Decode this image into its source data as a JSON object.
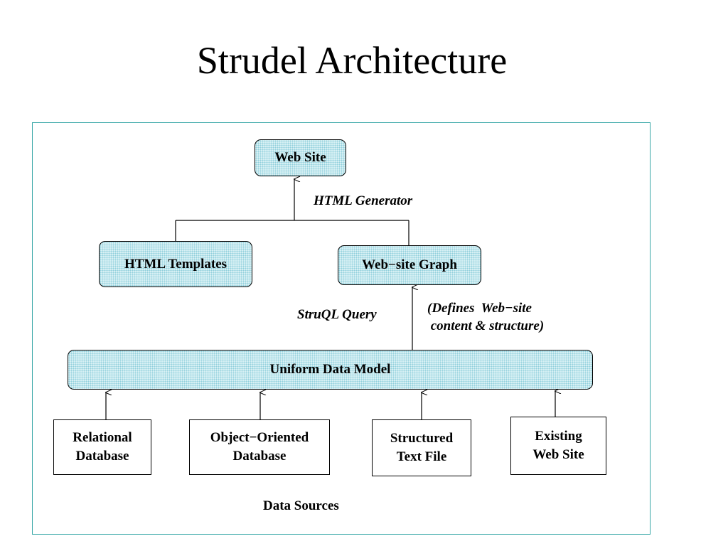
{
  "title": "Strudel Architecture",
  "diagram": {
    "nodes": {
      "web_site": "Web Site",
      "html_templates": "HTML Templates",
      "web_site_graph": "Web−site Graph",
      "uniform_data_model": "Uniform Data Model",
      "relational_database": "Relational\nDatabase",
      "object_oriented_database": "Object−Oriented\nDatabase",
      "structured_text_file": "Structured\nText File",
      "existing_web_site": "Existing\nWeb Site"
    },
    "labels": {
      "html_generator": "HTML Generator",
      "struql_query": "StruQL Query",
      "defines_note": "(Defines  Web−site\n content & structure)",
      "data_sources": "Data Sources"
    },
    "colors": {
      "frame_border": "#39a7a7",
      "box_fill": "#d9f1f5"
    }
  }
}
